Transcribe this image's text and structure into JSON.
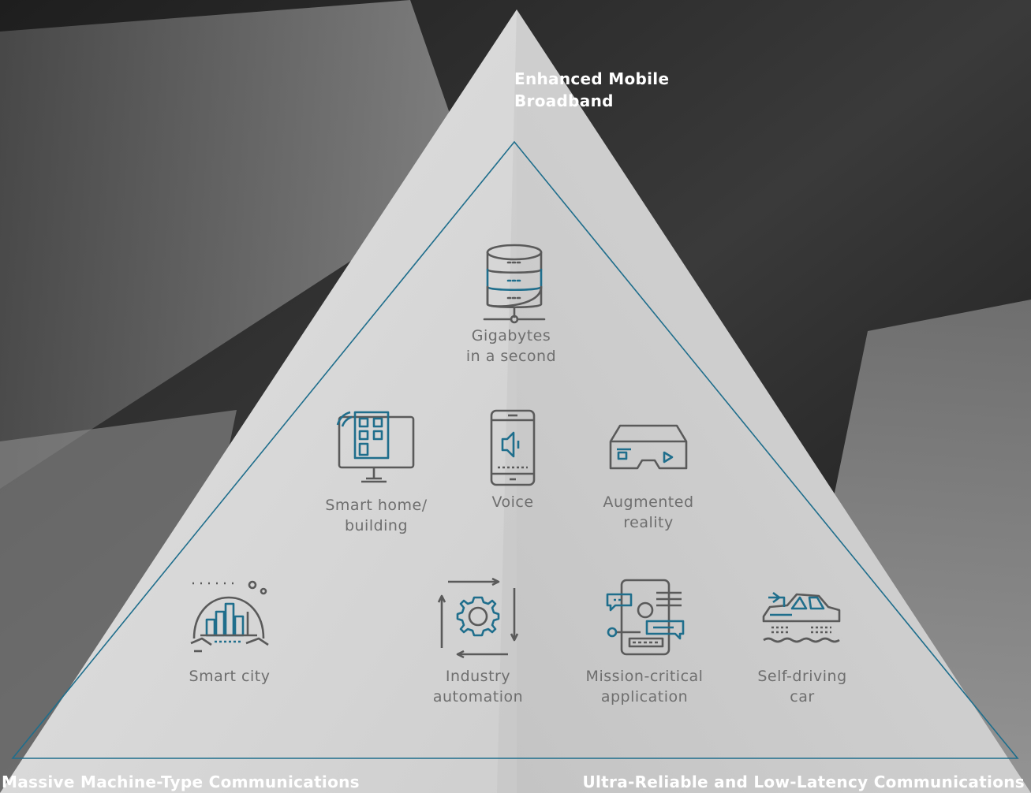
{
  "apex_label": [
    "Enhanced Mobile",
    "Broadband"
  ],
  "left_label": "Massive Machine-Type Communications",
  "right_label": "Ultra-Reliable and Low-Latency Communications",
  "items": [
    {
      "lines": [
        "Gigabytes",
        "in a second"
      ],
      "icon": "database-server-icon"
    },
    {
      "lines": [
        "Smart home/",
        "building"
      ],
      "icon": "smart-home-monitor-icon"
    },
    {
      "lines": [
        "Voice"
      ],
      "icon": "smartphone-speaker-icon"
    },
    {
      "lines": [
        "Augmented",
        "reality"
      ],
      "icon": "ar-glasses-icon"
    },
    {
      "lines": [
        "Smart city"
      ],
      "icon": "smart-city-icon"
    },
    {
      "lines": [
        "Industry",
        "automation"
      ],
      "icon": "gear-cycle-icon"
    },
    {
      "lines": [
        "Mission-critical",
        "application"
      ],
      "icon": "mobile-chat-icon"
    },
    {
      "lines": [
        "Self-driving",
        "car"
      ],
      "icon": "autonomous-car-icon"
    }
  ],
  "colors": {
    "icon_gray": "#5a5a5a",
    "icon_blue": "#1f6e8c",
    "triangle_line": "#1f6e8c",
    "label_gray": "#6e6e6e",
    "corner_text": "#ffffff"
  }
}
